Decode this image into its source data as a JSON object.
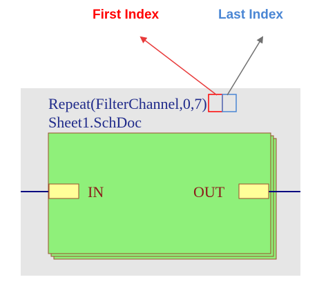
{
  "annotations": {
    "first_index_label": "First Index",
    "last_index_label": "Last Index",
    "first_index_color": "#ff0000",
    "last_index_color": "#4a86d4"
  },
  "sheet_symbol": {
    "designator_prefix": "Repeat(FilterChannel,",
    "first_index": "0",
    "separator": ",",
    "last_index": "7",
    "designator_suffix": ")",
    "file_name": "Sheet1.SchDoc",
    "fill_color": "#8ff07a",
    "text_color": "#1f2a8a"
  },
  "ports": {
    "in_label": "IN",
    "out_label": "OUT",
    "port_fill": "#ffff99",
    "label_color": "#8b1a1a",
    "wire_color": "#000080"
  },
  "sheet": {
    "background": "#e6e6e6"
  }
}
